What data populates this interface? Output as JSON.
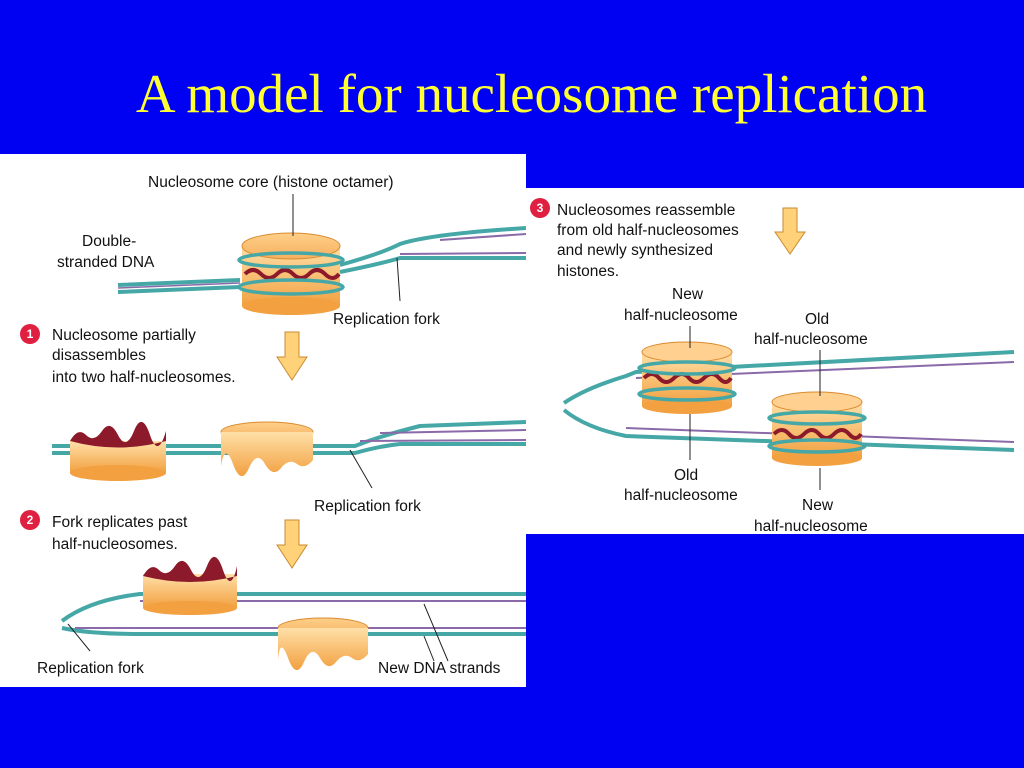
{
  "slide": {
    "title": "A model for nucleosome replication"
  },
  "left_panel": {
    "core_label": "Nucleosome core (histone octamer)",
    "dsdna_label_1": "Double-",
    "dsdna_label_2": "stranded DNA",
    "fork_label_top": "Replication fork",
    "step1": {
      "number": "1",
      "line1": "Nucleosome partially",
      "line2": "disassembles",
      "line3": "into two half-nucleosomes."
    },
    "fork_label_mid": "Replication fork",
    "step2": {
      "number": "2",
      "line1": "Fork replicates past",
      "line2": "half-nucleosomes."
    },
    "fork_label_bottom": "Replication fork",
    "new_dna_label": "New DNA strands"
  },
  "right_panel": {
    "step3": {
      "number": "3",
      "line1": "Nucleosomes reassemble",
      "line2": "from old half-nucleosomes",
      "line3": "and newly synthesized",
      "line4": "histones."
    },
    "new_half_top_1": "New",
    "new_half_top_2": "half-nucleosome",
    "old_half_top_1": "Old",
    "old_half_top_2": "half-nucleosome",
    "old_half_bottom_1": "Old",
    "old_half_bottom_2": "half-nucleosome",
    "new_half_bottom_1": "New",
    "new_half_bottom_2": "half-nucleosome"
  },
  "colors": {
    "background": "#0000f2",
    "title": "#ffff33",
    "dna_teal": "#46a7a7",
    "dna_purple": "#8a6aa8",
    "histone_light": "#ffd08a",
    "histone_dark": "#f0a040",
    "histone_maroon": "#8c1a2a",
    "step_badge": "#e02040",
    "arrow_fill": "#ffd27a"
  }
}
